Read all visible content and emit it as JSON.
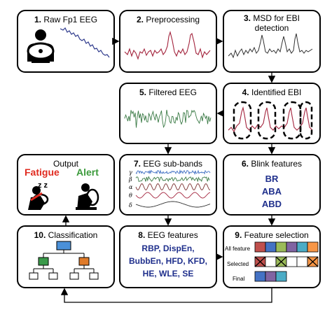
{
  "colors": {
    "accent_blue": "#1f2f8c",
    "eeg_red": "#a3243d",
    "eeg_green": "#3a7a45",
    "fatigue_red": "#e02b20",
    "alert_green": "#3b9a3b"
  },
  "boxes": {
    "raw": {
      "num": "1.",
      "title": "Raw Fp1 EEG"
    },
    "pre": {
      "num": "2.",
      "title": "Preprocessing"
    },
    "msd": {
      "num": "3.",
      "title": "MSD for EBI",
      "title2": "detection"
    },
    "ebi": {
      "num": "4.",
      "title": "Identified EBI"
    },
    "filt": {
      "num": "5.",
      "title": "Filtered EEG"
    },
    "blink": {
      "num": "6.",
      "title": "Blink features",
      "items": [
        "BR",
        "ABA",
        "ABD"
      ]
    },
    "subbands": {
      "num": "7.",
      "title": "EEG sub-bands",
      "bands": [
        "γ",
        "β",
        "α",
        "θ",
        "δ"
      ]
    },
    "eegfeat": {
      "num": "8.",
      "title": "EEG features",
      "lines": [
        "RBP, DispEn,",
        "BubbEn, HFD, KFD,",
        "HE, WLE, SE"
      ]
    },
    "selection": {
      "num": "9.",
      "title": "Feature selection",
      "rows": [
        "All feature",
        "Selected",
        "Final"
      ]
    },
    "classif": {
      "num": "10.",
      "title": "Classification"
    },
    "output": {
      "title": "Output",
      "fatigue": "Fatigue",
      "alert": "Alert",
      "zz": "z z"
    }
  },
  "feature_colors": [
    "#c0504d",
    "#4472c4",
    "#9bbb59",
    "#8064a2",
    "#4bacc6",
    "#f79646"
  ],
  "selected_mask": [
    false,
    true,
    false,
    true,
    true,
    false
  ],
  "final_colors": [
    "#4472c4",
    "#8064a2",
    "#4bacc6"
  ]
}
